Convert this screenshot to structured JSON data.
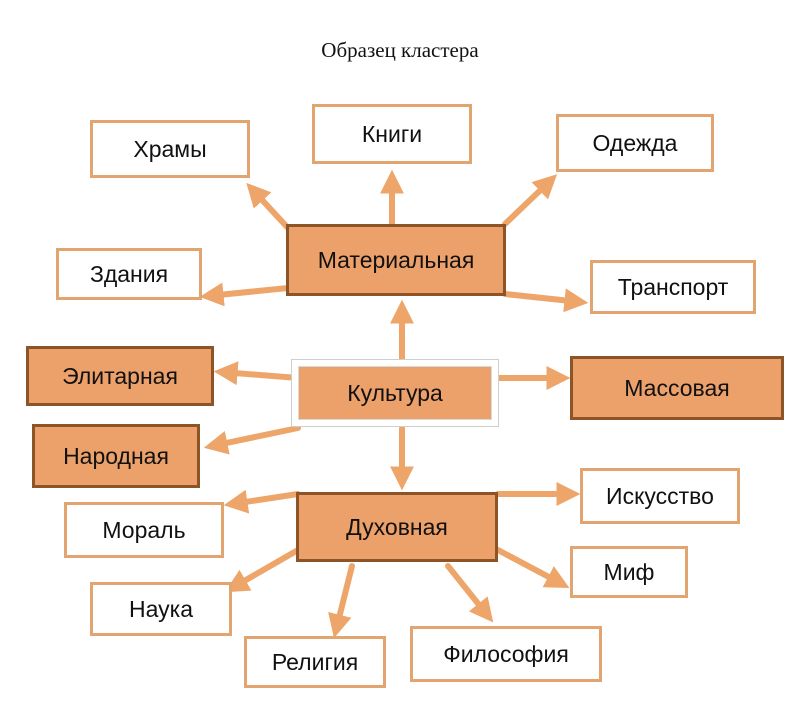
{
  "title": "Образец кластера",
  "center": "Культура",
  "material": {
    "label": "Материальная",
    "children": [
      "Храмы",
      "Книги",
      "Одежда",
      "Здания",
      "Транспорт"
    ]
  },
  "spiritual": {
    "label": "Духовная",
    "children": [
      "Мораль",
      "Искусство",
      "Миф",
      "Наука",
      "Религия",
      "Философия"
    ]
  },
  "side": [
    "Элитарная",
    "Народная",
    "Массовая"
  ],
  "colors": {
    "fill": "#eca06a",
    "fill_border": "#8d5428",
    "white_border": "#e3a56f",
    "arrow": "#eea56a"
  }
}
